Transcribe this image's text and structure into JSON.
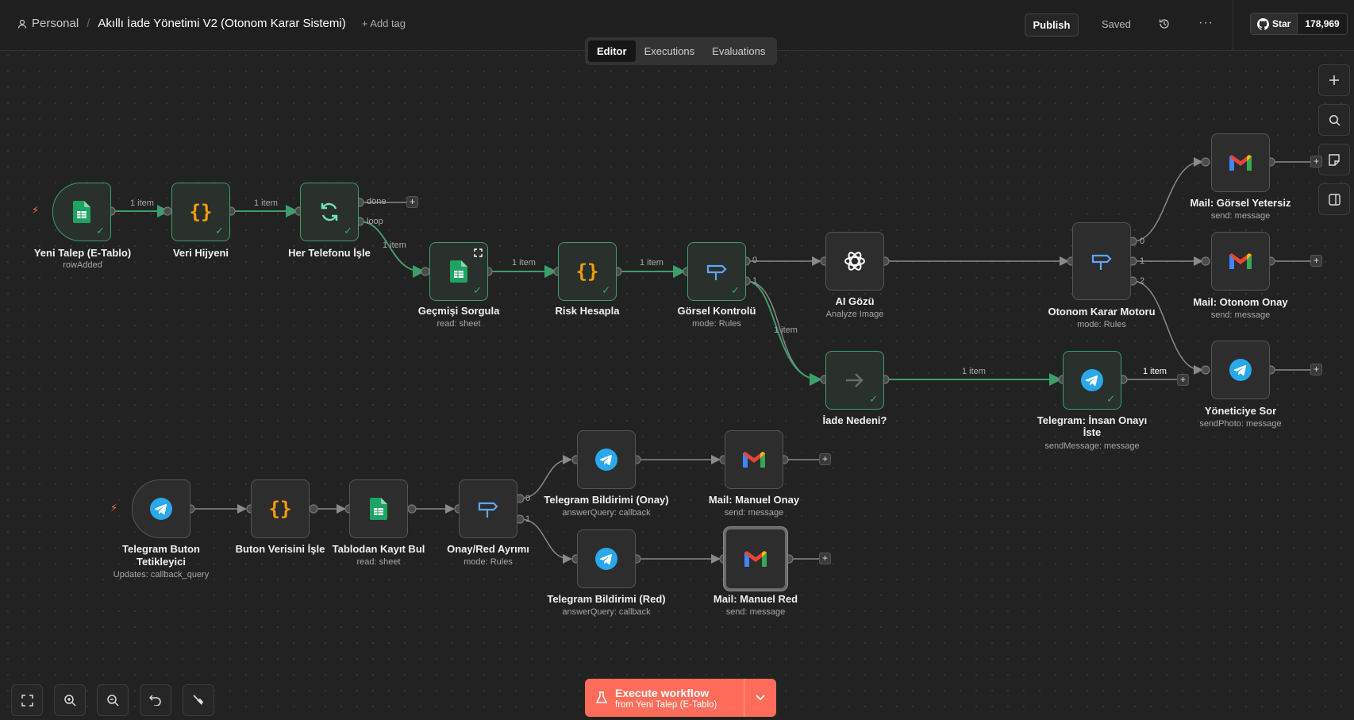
{
  "header": {
    "project": "Personal",
    "separator": "/",
    "workflow_title": "Akıllı İade Yönetimi V2 (Otonom Karar Sistemi)",
    "add_tag": "+ Add tag",
    "publish": "Publish",
    "saved": "Saved",
    "more": "···",
    "github_star": "Star",
    "github_count": "178,969"
  },
  "tabs": [
    "Editor",
    "Executions",
    "Evaluations"
  ],
  "nodes": {
    "n1": {
      "label": "Yeni Talep (E-Tablo)",
      "sub": "rowAdded"
    },
    "n2": {
      "label": "Veri Hijyeni"
    },
    "n3": {
      "label": "Her Telefonu İşle"
    },
    "n4": {
      "label": "Geçmişi Sorgula",
      "sub": "read: sheet"
    },
    "n5": {
      "label": "Risk Hesapla"
    },
    "n6": {
      "label": "Görsel Kontrolü",
      "sub": "mode: Rules"
    },
    "n7": {
      "label": "AI Gözü",
      "sub": "Analyze Image"
    },
    "n8": {
      "label": "İade Nedeni?"
    },
    "n9": {
      "label": "Otonom Karar Motoru",
      "sub": "mode: Rules"
    },
    "n10": {
      "label": "Mail: Görsel Yetersiz",
      "sub": "send: message"
    },
    "n11": {
      "label": "Mail: Otonom Onay",
      "sub": "send: message"
    },
    "n12": {
      "label": "Yöneticiye Sor",
      "sub": "sendPhoto: message"
    },
    "n13": {
      "label_l1": "Telegram: İnsan Onayı",
      "label_l2": "İste",
      "sub": "sendMessage: message"
    },
    "n14": {
      "label_l1": "Telegram Buton",
      "label_l2": "Tetikleyici",
      "sub": "Updates: callback_query"
    },
    "n15": {
      "label": "Buton Verisini İşle"
    },
    "n16": {
      "label": "Tablodan Kayıt Bul",
      "sub": "read: sheet"
    },
    "n17": {
      "label": "Onay/Red Ayrımı",
      "sub": "mode: Rules"
    },
    "n18": {
      "label": "Telegram Bildirimi (Onay)",
      "sub": "answerQuery: callback"
    },
    "n19": {
      "label": "Mail: Manuel Onay",
      "sub": "send: message"
    },
    "n20": {
      "label": "Telegram Bildirimi (Red)",
      "sub": "answerQuery: callback"
    },
    "n21": {
      "label": "Mail: Manuel Red",
      "sub": "send: message"
    }
  },
  "edge_labels": {
    "item": "1 item",
    "done": "done",
    "loop": "loop",
    "out0": "0",
    "out1": "1",
    "out2": "2"
  },
  "execute": {
    "title": "Execute workflow",
    "from": "from Yeni Talep (E-Tablo)"
  },
  "colors": {
    "accent": "#ff6d5a",
    "success": "#3c9f6a",
    "canvas": "#222222"
  }
}
